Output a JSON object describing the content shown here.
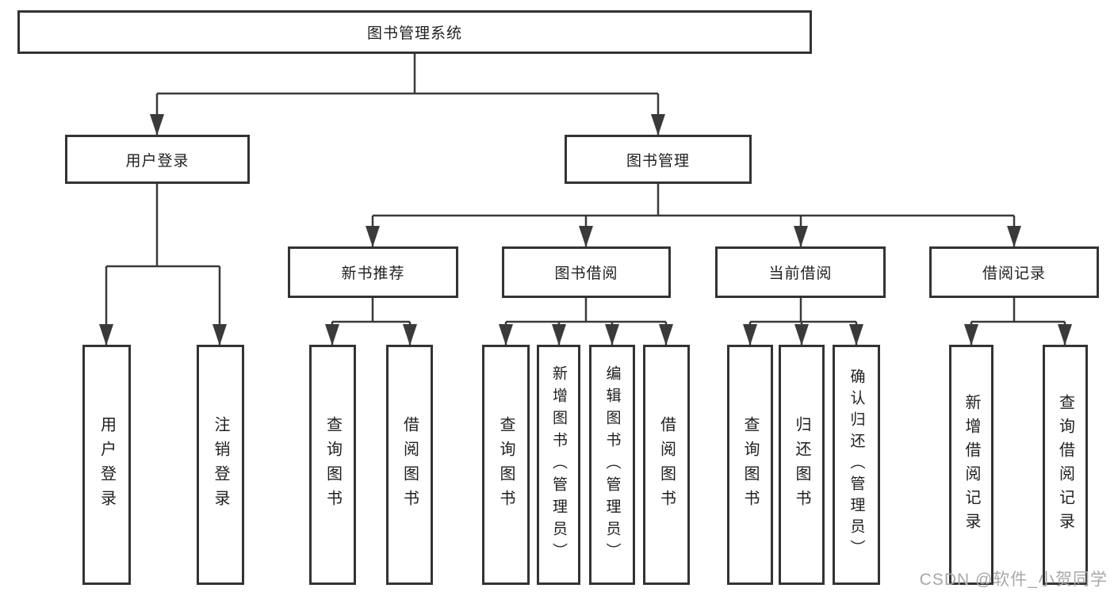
{
  "tree": {
    "label": "图书管理系统",
    "children": [
      {
        "label": "用户登录",
        "children": [
          {
            "label": "用户登录"
          },
          {
            "label": "注销登录"
          }
        ]
      },
      {
        "label": "图书管理",
        "children": [
          {
            "label": "新书推荐",
            "children": [
              {
                "label": "查询图书"
              },
              {
                "label": "借阅图书"
              }
            ]
          },
          {
            "label": "图书借阅",
            "children": [
              {
                "label": "查询图书"
              },
              {
                "label": "新增图书（管理员）"
              },
              {
                "label": "编辑图书（管理员）"
              },
              {
                "label": "借阅图书"
              }
            ]
          },
          {
            "label": "当前借阅",
            "children": [
              {
                "label": "查询图书"
              },
              {
                "label": "归还图书"
              },
              {
                "label": "确认归还（管理员）"
              }
            ]
          },
          {
            "label": "借阅记录",
            "children": [
              {
                "label": "新增借阅记录"
              },
              {
                "label": "查询借阅记录"
              }
            ]
          }
        ]
      }
    ]
  },
  "watermark": {
    "text": "CSDN @软件_小贺同学"
  },
  "colors": {
    "line": "#3a3a3a",
    "box_border": "#333333",
    "text": "#1f1f1f",
    "watermark": "#a8a8a8",
    "background": "#ffffff"
  }
}
